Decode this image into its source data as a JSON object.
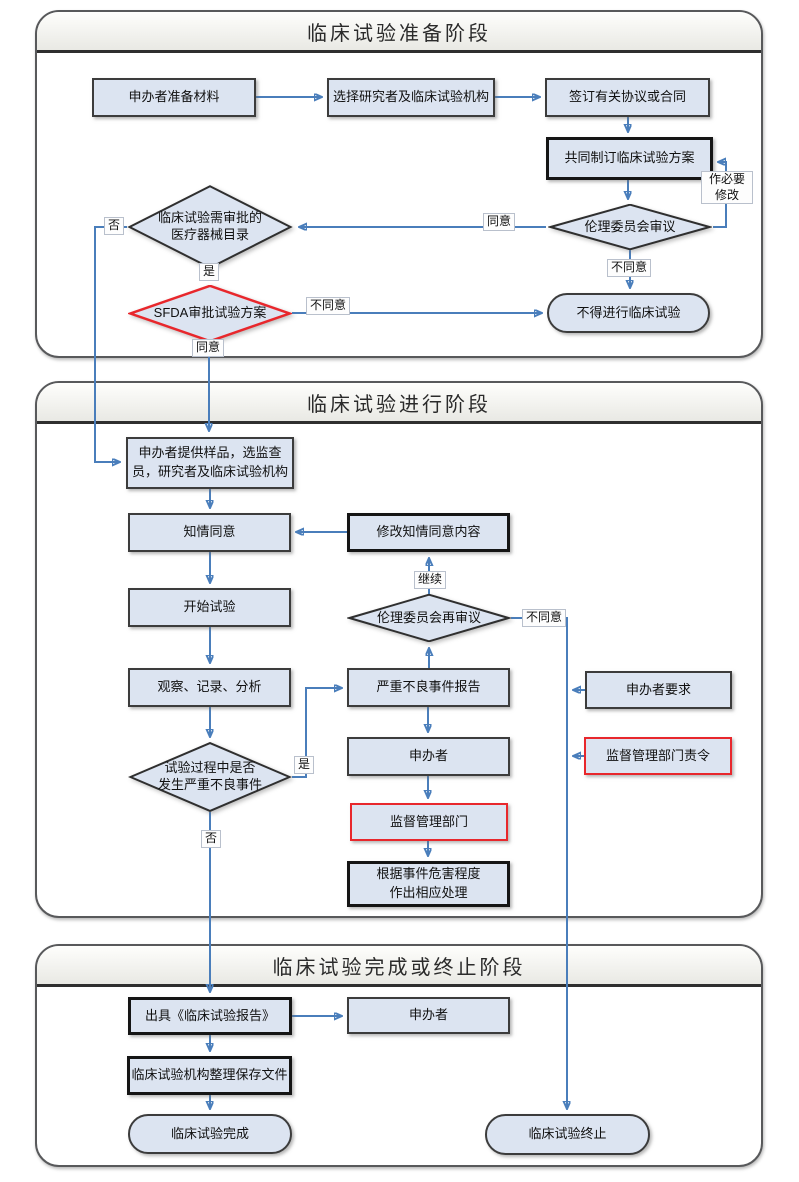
{
  "colors": {
    "node_fill": "#dce4f1",
    "node_border": "#3c3c3c",
    "red_border": "#e8272c",
    "arrow_blue": "#4a7ebb"
  },
  "sections": [
    {
      "title": "临床试验准备阶段"
    },
    {
      "title": "临床试验进行阶段"
    },
    {
      "title": "临床试验完成或终止阶段"
    }
  ],
  "nodes": {
    "prepare_materials": {
      "label": "申办者准备材料"
    },
    "select_investigator": {
      "label": "选择研究者及临床试验机构"
    },
    "sign_agreement": {
      "label": "签订有关协议或合同"
    },
    "draft_protocol": {
      "label": "共同制订临床试验方案"
    },
    "ethics_review": {
      "label": "伦理委员会审议"
    },
    "device_catalog": {
      "line1": "临床试验需审批的",
      "line2": "医疗器械目录"
    },
    "sfda_review": {
      "label": "SFDA审批试验方案"
    },
    "no_trial": {
      "label": "不得进行临床试验"
    },
    "provide_samples": {
      "line1": "申办者提供样品，选监查",
      "line2": "员，研究者及临床试验机构"
    },
    "informed_consent": {
      "label": "知情同意"
    },
    "modify_consent": {
      "label": "修改知情同意内容"
    },
    "start_trial": {
      "label": "开始试验"
    },
    "ethics_re_review": {
      "label": "伦理委员会再审议"
    },
    "observe_record": {
      "label": "观察、记录、分析"
    },
    "sae_report": {
      "label": "严重不良事件报告"
    },
    "sponsor_request": {
      "label": "申办者要求"
    },
    "sae_check": {
      "line1": "试验过程中是否",
      "line2": "发生严重不良事件"
    },
    "sponsor_mid": {
      "label": "申办者"
    },
    "regulator_order": {
      "label": "监督管理部门责令"
    },
    "regulator": {
      "label": "监督管理部门"
    },
    "handle_event": {
      "line1": "根据事件危害程度",
      "line2": "作出相应处理"
    },
    "issue_report": {
      "label": "出具《临床试验报告》"
    },
    "sponsor_final": {
      "label": "申办者"
    },
    "archive_files": {
      "label": "临床试验机构整理保存文件"
    },
    "trial_complete": {
      "label": "临床试验完成"
    },
    "trial_terminate": {
      "label": "临床试验终止"
    }
  },
  "edge_labels": {
    "make_changes_line1": "作必要",
    "make_changes_line2": "修改",
    "agree_ethics": "同意",
    "disagree_ethics": "不同意",
    "no_catalog": "否",
    "yes_catalog": "是",
    "disagree_sfda": "不同意",
    "agree_sfda": "同意",
    "continue": "继续",
    "disagree_re_review": "不同意",
    "yes_sae": "是",
    "no_sae": "否"
  }
}
